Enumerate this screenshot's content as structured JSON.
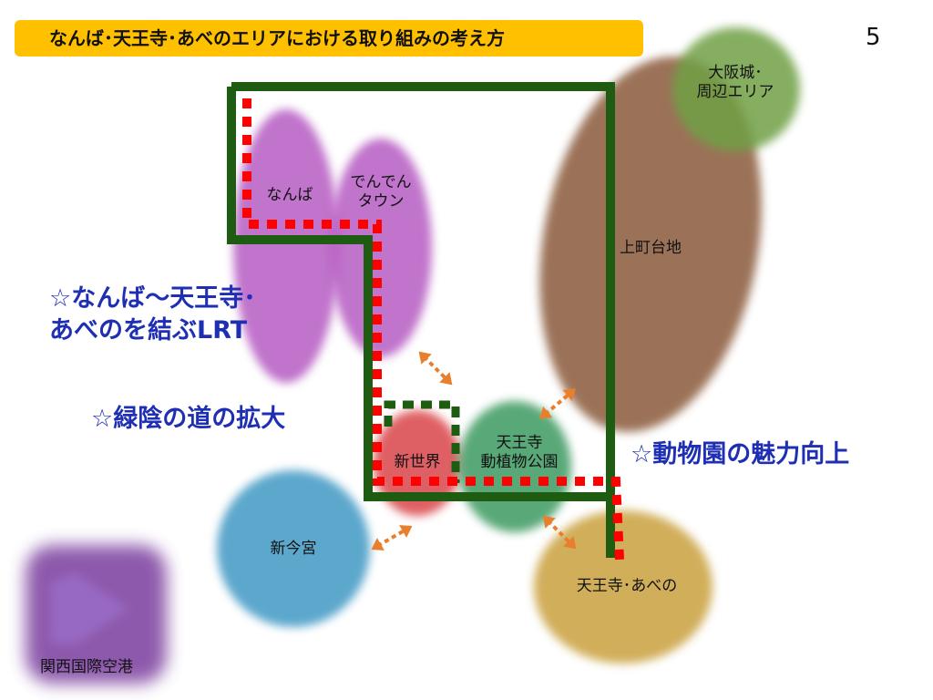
{
  "header": {
    "title": "なんば･天王寺･あべのエリアにおける取り組みの考え方",
    "page_number": "5"
  },
  "areas": {
    "osaka_castle": [
      "大阪城･",
      "周辺エリア"
    ],
    "namba": "なんば",
    "denden_town": [
      "でんでん",
      "タウン"
    ],
    "uemachi_plateau": "上町台地",
    "shinsekai": "新世界",
    "tennoji_park": [
      "天王寺",
      "動植物公園"
    ],
    "shin_imamiya": "新今宮",
    "tennoji_abeno": "天王寺･あべの",
    "kansai_airport": "関西国際空港"
  },
  "initiatives": {
    "lrt": [
      "☆なんば～天王寺･",
      "あべのを結ぶLRT"
    ],
    "green_road": "☆緑陰の道の拡大",
    "zoo_appeal": "☆動物園の魅力向上"
  },
  "colors": {
    "title_bar": "#ffc000",
    "route_green": "#1e5c12",
    "route_red": "#ff0000",
    "arrow_orange": "#e87f2c",
    "initiative_text": "#1f2fb4",
    "osaka_castle": "#6fa044",
    "uemachi": "#8a5a3a",
    "namba": "#b65cc2",
    "shinsekai": "#d9454a",
    "tennoji_park": "#3c9a60",
    "shin_imamiya": "#3f98c4",
    "tennoji_abeno": "#c9a03c",
    "airport": "#7a3c9e"
  }
}
